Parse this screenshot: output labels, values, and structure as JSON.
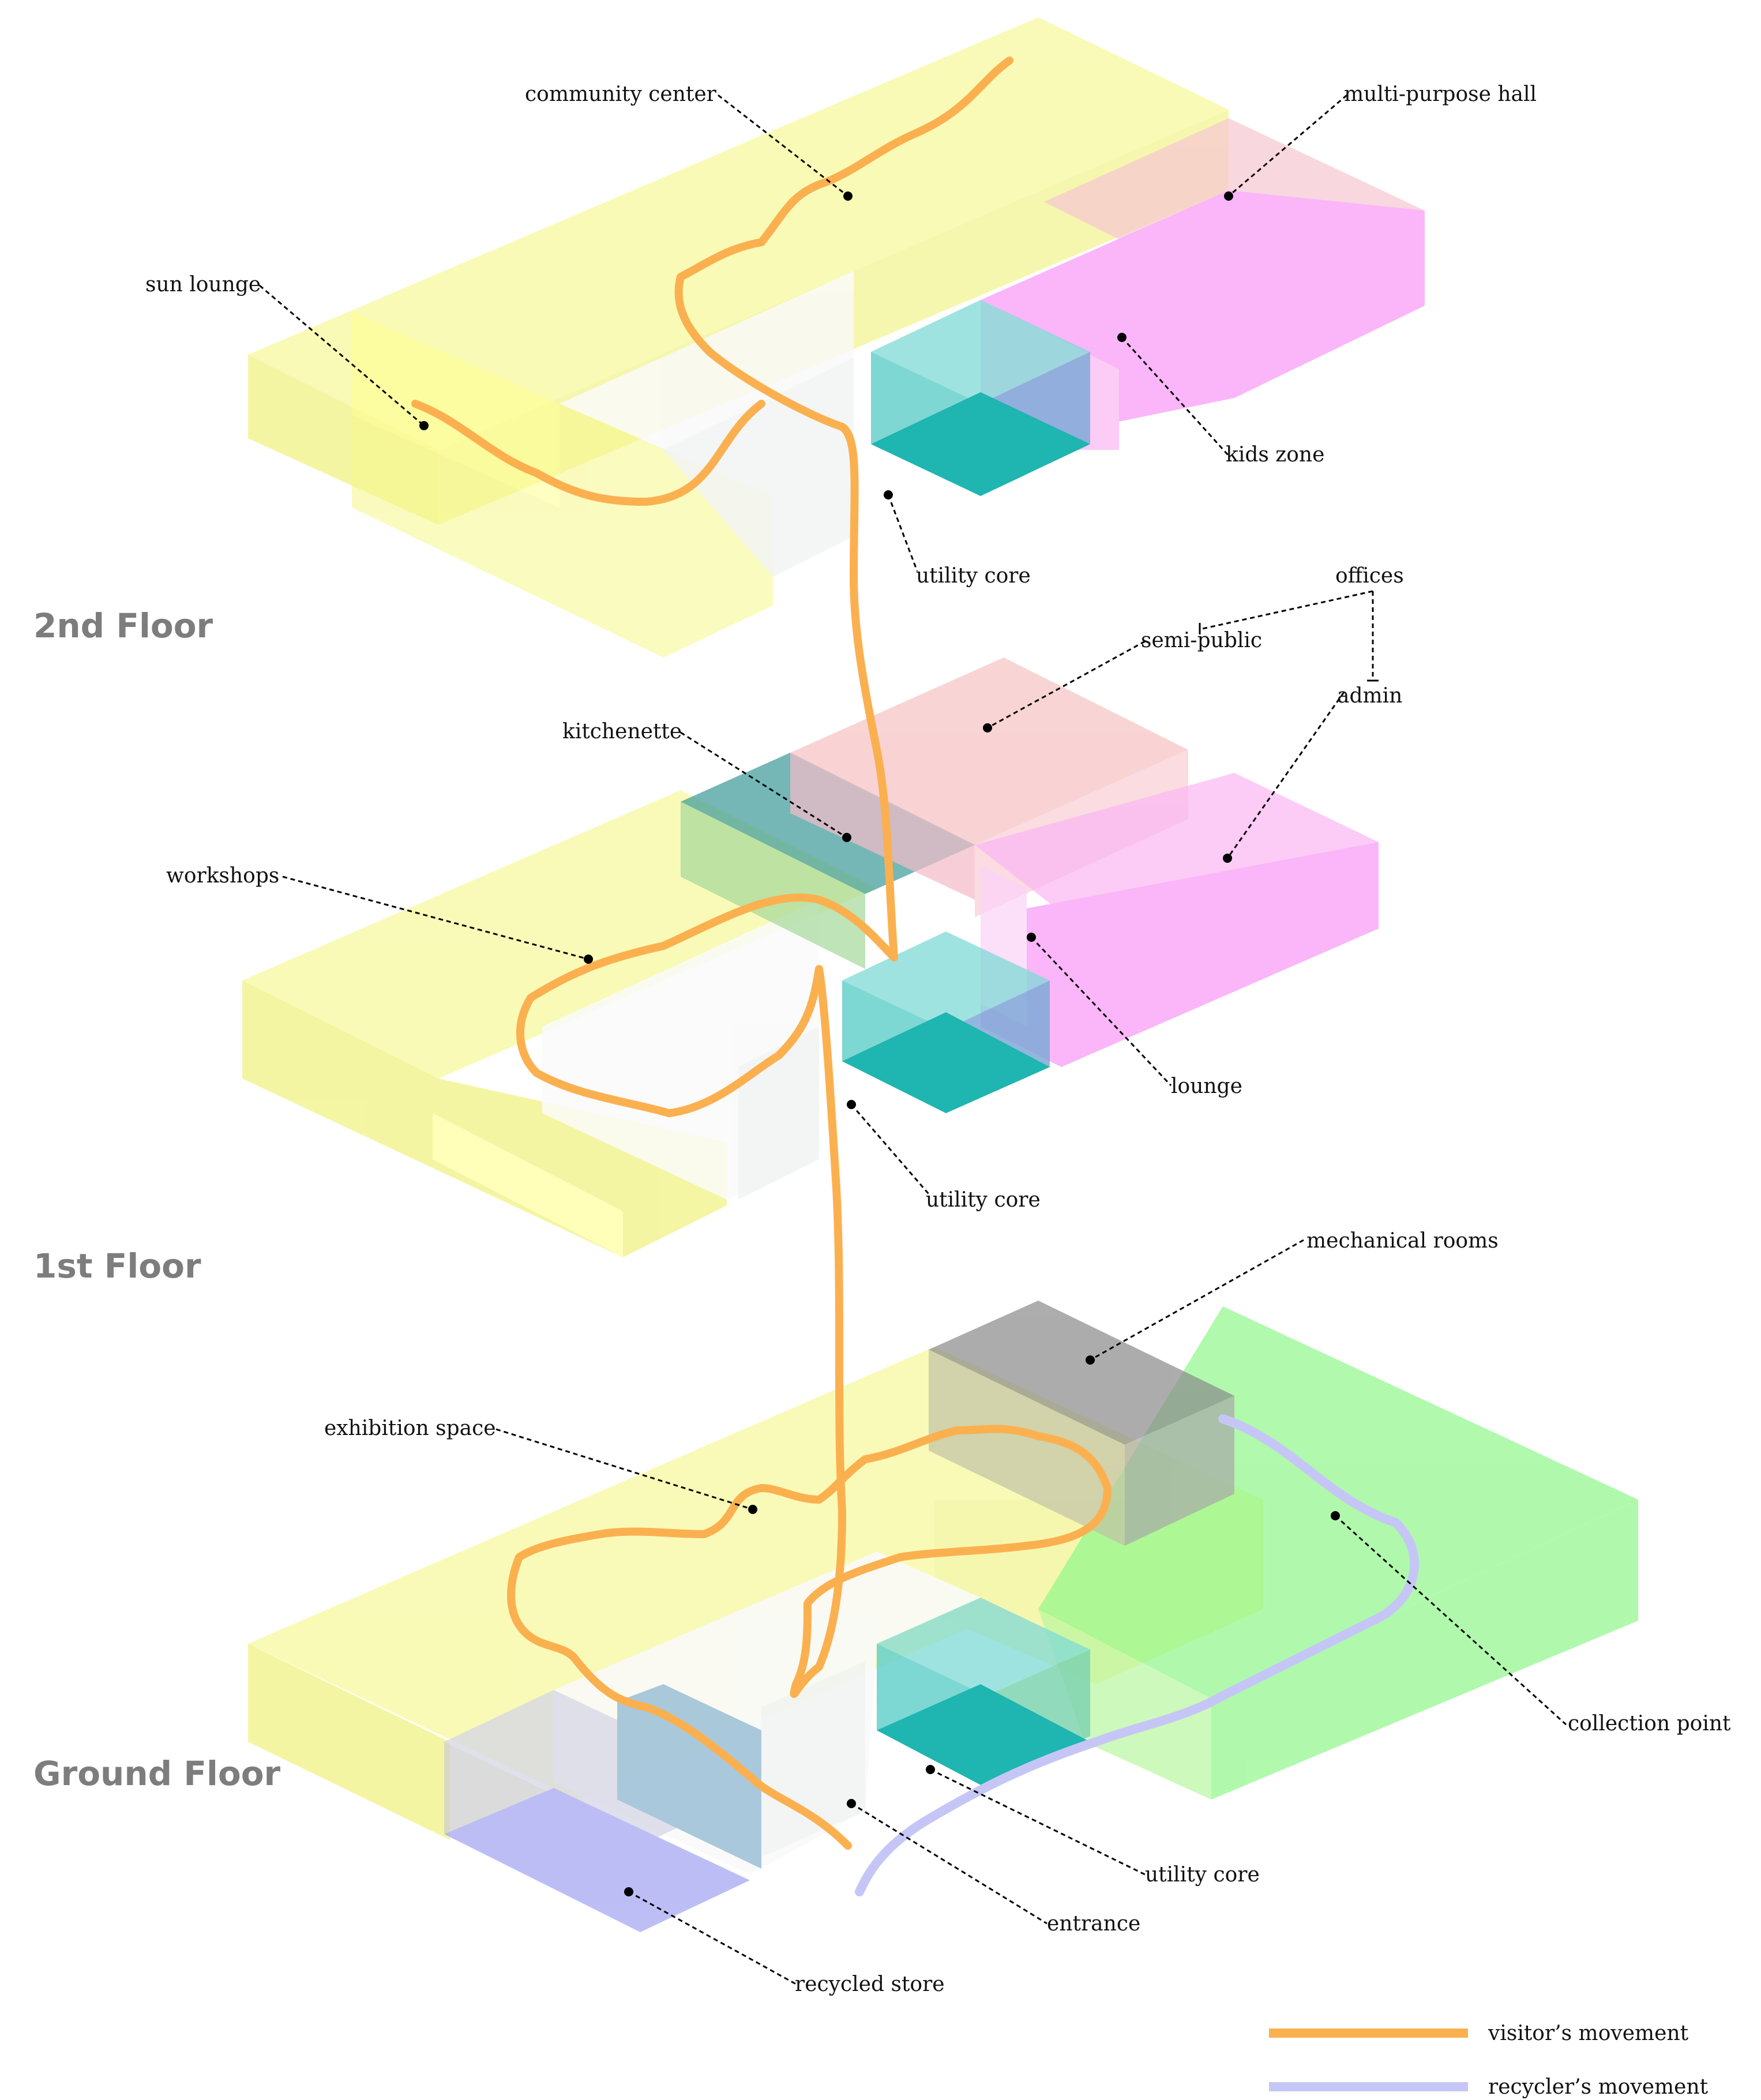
{
  "floors": {
    "second": "2nd Floor",
    "first": "1st Floor",
    "ground": "Ground Floor"
  },
  "labels": {
    "community_center": "community center",
    "multi_purpose_hall": "multi-purpose hall",
    "sun_lounge": "sun lounge",
    "kids_zone": "kids zone",
    "utility_core_2": "utility core",
    "offices": "offices",
    "semi_public": "semi-public",
    "admin": "admin",
    "kitchenette": "kitchenette",
    "workshops": "workshops",
    "lounge": "lounge",
    "utility_core_1": "utility core",
    "mechanical_rooms": "mechanical rooms",
    "exhibition_space": "exhibition space",
    "collection_point": "collection point",
    "utility_core_0": "utility core",
    "entrance": "entrance",
    "recycled_store": "recycled store"
  },
  "legend": {
    "visitor": "visitor’s movement",
    "recycler": "recycler’s movement"
  },
  "colors": {
    "yellow": "#f6f78a",
    "magenta": "#f99af7",
    "pink": "#f7c3c4",
    "teal": "#1fb5b1",
    "gray": "#9a9a9a",
    "green": "#8ff78a",
    "blue": "#a8a8f3",
    "visitor_path": "#fbb050",
    "recycler_path": "#c6c6f6"
  }
}
